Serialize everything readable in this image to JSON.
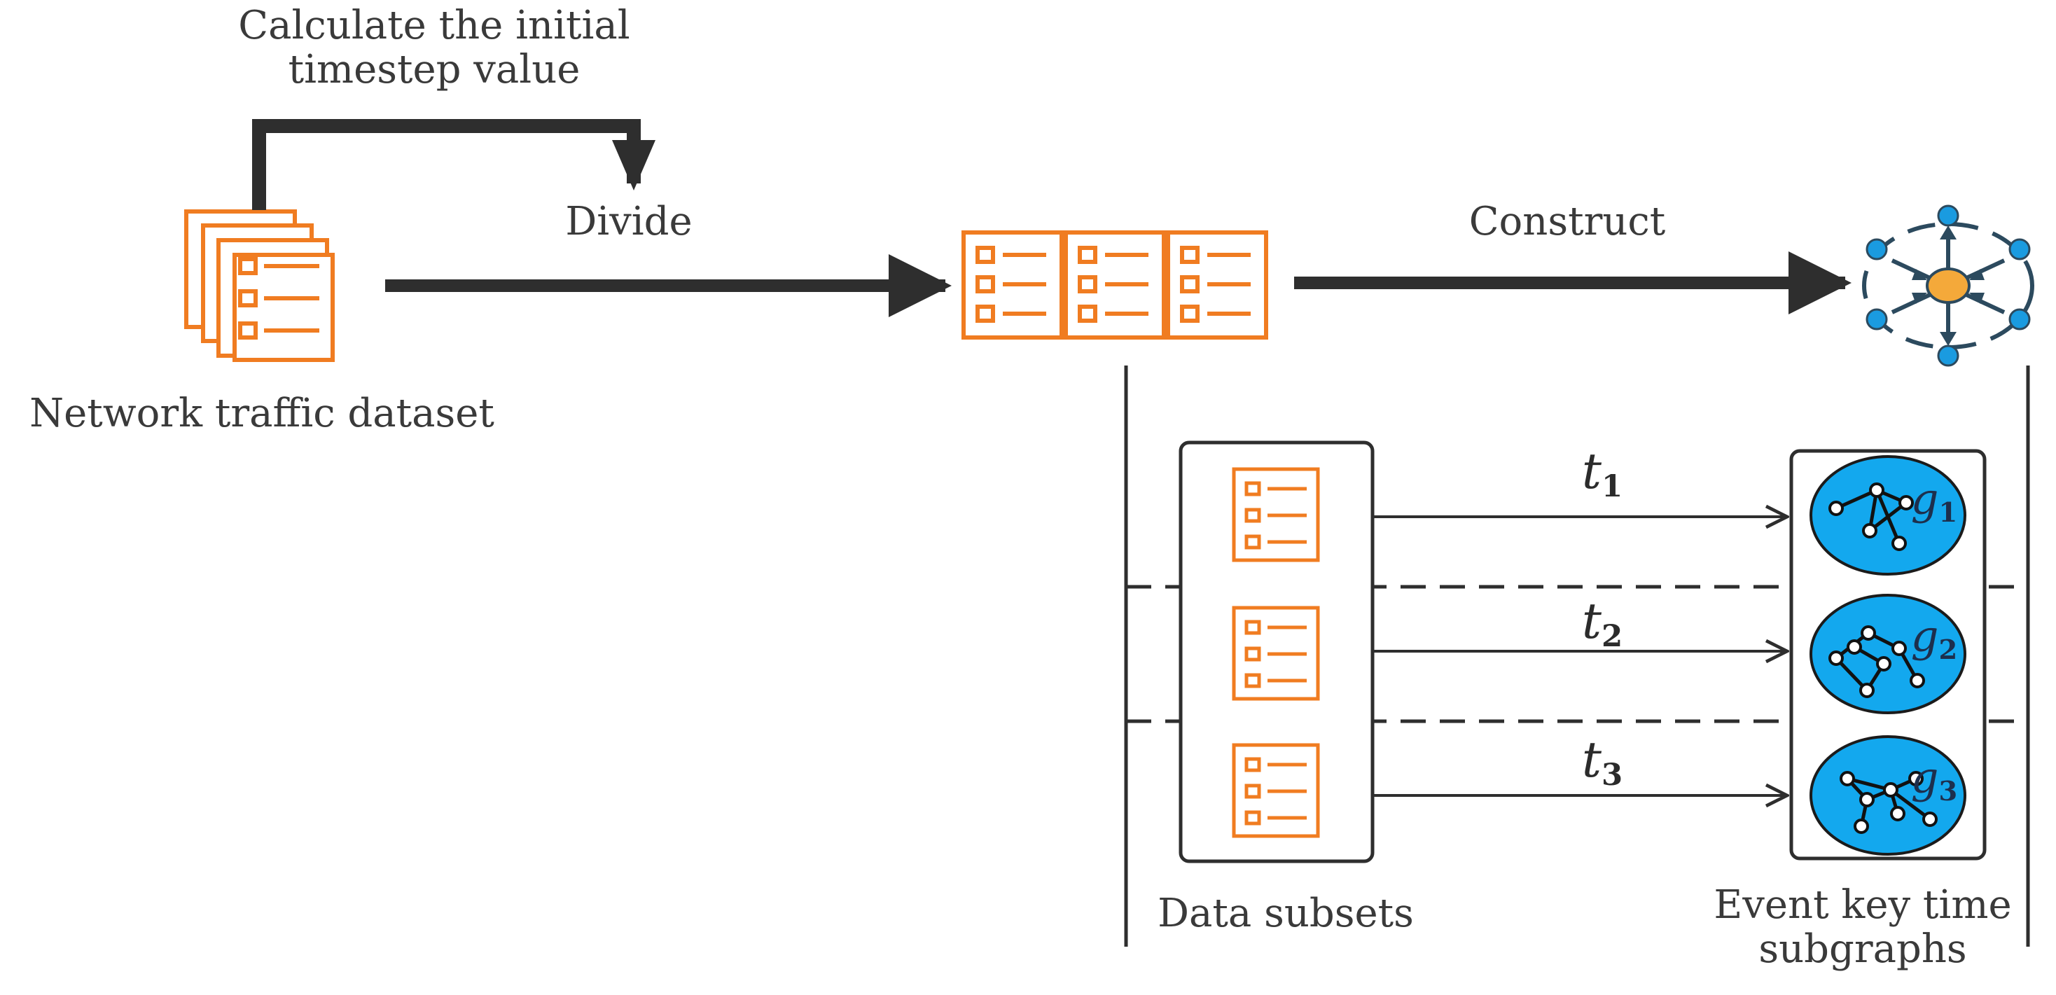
{
  "labels": {
    "calculate": "Calculate the initial timestep value",
    "divide": "Divide",
    "construct": "Construct",
    "network_traffic_dataset": "Network traffic dataset",
    "data_subsets": "Data subsets",
    "event_key_time_subgraphs": "Event key time subgraphs"
  },
  "steps": [
    {
      "t": "t",
      "t_sub": "1",
      "g": "g",
      "g_sub": "1"
    },
    {
      "t": "t",
      "t_sub": "2",
      "g": "g",
      "g_sub": "2"
    },
    {
      "t": "t",
      "t_sub": "3",
      "g": "g",
      "g_sub": "3"
    }
  ],
  "icons": {
    "dataset": "stacked-document-list-icon",
    "subsets": "document-list-icon",
    "graph": "star-graph-icon",
    "subgraph": "node-subgraph-icon"
  },
  "colors": {
    "document_orange": "#f07c21",
    "arrow_dark": "#2e2e2e",
    "graph_center": "#f4a93a",
    "graph_node": "#1a9be0",
    "graph_edge": "#2c4a5e",
    "subgraph_fill": "#13a8ee",
    "text": "#3a3a3a"
  }
}
